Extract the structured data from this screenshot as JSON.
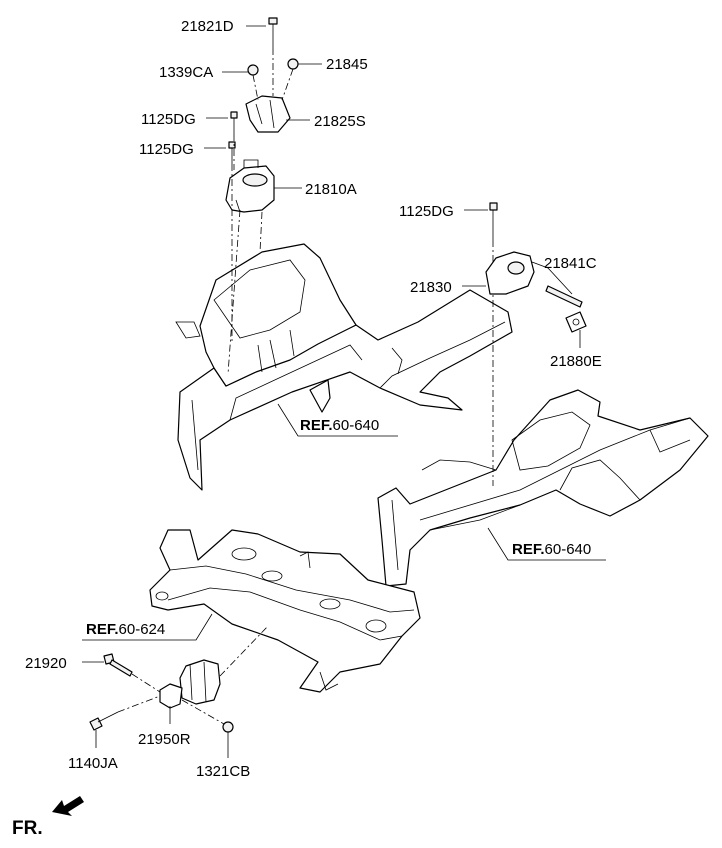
{
  "labels": {
    "p21821D": "21821D",
    "p1339CA": "1339CA",
    "p21845": "21845",
    "p1125DG_a": "1125DG",
    "p21825S": "21825S",
    "p1125DG_b": "1125DG",
    "p21810A": "21810A",
    "p1125DG_c": "1125DG",
    "p21830": "21830",
    "p21841C": "21841C",
    "p21880E": "21880E",
    "p21920": "21920",
    "p1140JA": "1140JA",
    "p21950R": "21950R",
    "p1321CB": "1321CB"
  },
  "refs": {
    "ref1": {
      "prefix": "REF.",
      "code": "60-640"
    },
    "ref2": {
      "prefix": "REF.",
      "code": "60-640"
    },
    "ref3": {
      "prefix": "REF.",
      "code": "60-624"
    }
  },
  "front_indicator": "FR."
}
